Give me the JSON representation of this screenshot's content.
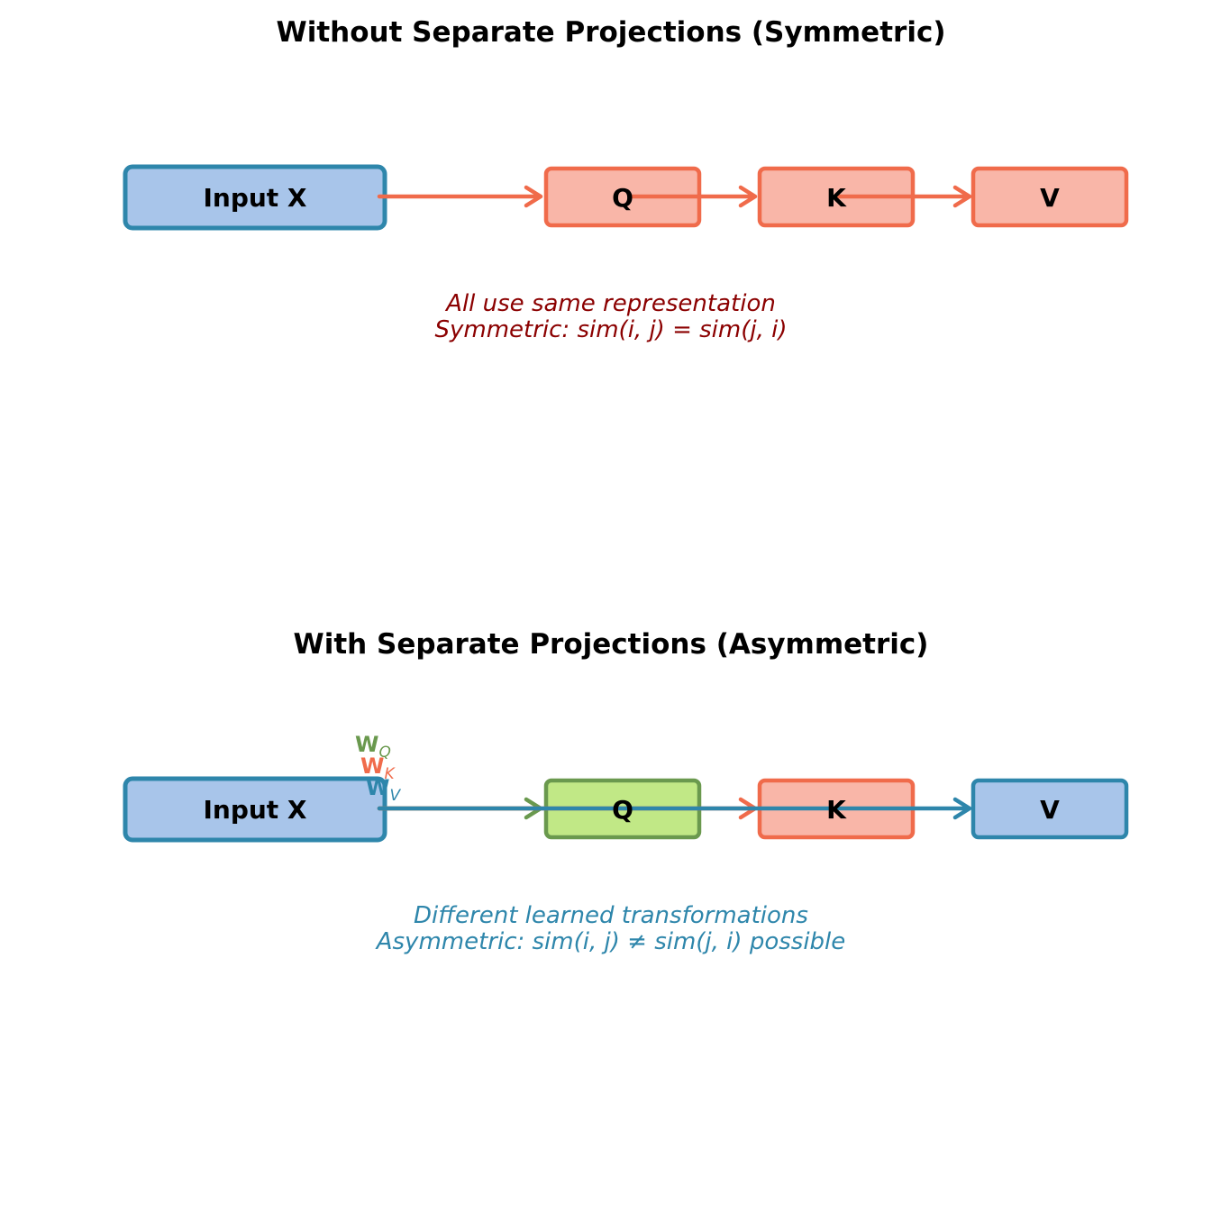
{
  "top": {
    "title": "Without Separate Projections (Symmetric)",
    "boxes": {
      "input": "Input X",
      "q": "Q",
      "k": "K",
      "v": "V"
    },
    "note_line1": "All use same representation",
    "note_line2": "Symmetric: sim(i, j) = sim(j, i)"
  },
  "bottom": {
    "title": "With Separate Projections (Asymmetric)",
    "boxes": {
      "input": "Input X",
      "q": "Q",
      "k": "K",
      "v": "V"
    },
    "weights": {
      "wq": {
        "base": "W",
        "sub": "Q"
      },
      "wk": {
        "base": "W",
        "sub": "K"
      },
      "wv": {
        "base": "W",
        "sub": "V"
      }
    },
    "note_line1": "Different learned transformations",
    "note_line2": "Asymmetric: sim(i, j) ≠ sim(j, i) possible"
  },
  "colors": {
    "blue_edge": "#2E86AB",
    "blue_fill": "#A8C5EA",
    "coral_edge": "#F06B4B",
    "coral_fill": "#F9B6A8",
    "green_edge": "#6A994E",
    "green_fill": "#C1E886",
    "dark_red": "#8B0000"
  }
}
